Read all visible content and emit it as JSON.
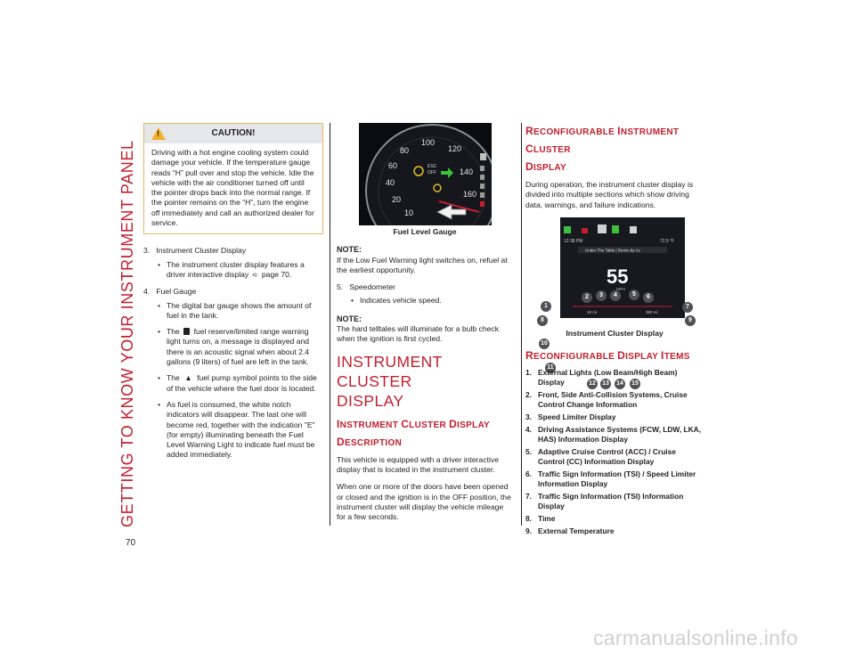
{
  "page": {
    "section_title": "GETTING TO KNOW YOUR INSTRUMENT PANEL",
    "page_number": "70",
    "watermark": "carmanualsonline.info"
  },
  "caution": {
    "title": "CAUTION!",
    "body": "Driving with a hot engine cooling system could damage your vehicle. If the temperature gauge reads “H” pull over and stop the vehicle. Idle the vehicle with the air conditioner turned off until the pointer drops back into the normal range. If the pointer remains on the “H”, turn the engine off immediately and call an authorized dealer for service."
  },
  "col1": {
    "item3_num": "3.",
    "item3_label": "Instrument Cluster Display",
    "item3_bullet": "The instrument cluster display features a driver interactive display",
    "item3_page": "page 70.",
    "item4_num": "4.",
    "item4_label": "Fuel Gauge",
    "item4_b1": "The digital bar gauge shows the amount of fuel in the tank.",
    "item4_b2_pre": "The",
    "item4_b2": "fuel reserve/limited range warning light turns on, a message is displayed and there is an acoustic signal when about 2.4 gallons (9 liters) of fuel are left in the tank.",
    "item4_b3_pre": "The",
    "item4_b3": "fuel pump symbol points to the side of the vehicle where the fuel door is located.",
    "item4_b4": "As fuel is consumed, the white notch indicators will disappear. The last one will become red, together with the indication \"E\" (for empty) illuminating beneath the Fuel Level Warning Light to indicate fuel must be added immediately."
  },
  "col2": {
    "fig_caption": "Fuel Level Gauge",
    "gauge_labels": [
      "100",
      "120",
      "80",
      "140",
      "60",
      "160",
      "40",
      "20",
      "10"
    ],
    "gauge_esc": "ESC",
    "gauge_off": "OFF",
    "note1_head": "NOTE:",
    "note1_body": "If the Low Fuel Warning light switches on, refuel at the earliest opportunity.",
    "item5_num": "5.",
    "item5_label": "Speedometer",
    "item5_bullet": "Indicates vehicle speed.",
    "note2_head": "NOTE:",
    "note2_body": "The hard telltales will illuminate for a bulb check when the ignition is first cycled.",
    "heading_line1": "INSTRUMENT CLUSTER",
    "heading_line2": "DISPLAY",
    "sub1_a": "I",
    "sub1_b": "NSTRUMENT ",
    "sub1_c": "C",
    "sub1_d": "LUSTER ",
    "sub1_e": "D",
    "sub1_f": "ISPLAY",
    "sub2_a": "D",
    "sub2_b": "ESCRIPTION",
    "para1": "This vehicle is equipped with a driver interactive display that is located in the instrument cluster.",
    "para2": "When one or more of the doors have been opened or closed and the ignition is in the OFF position, the instrument cluster will display the vehicle mileage for a few seconds."
  },
  "col3": {
    "sub1_a": "R",
    "sub1_b": "ECONFIGURABLE ",
    "sub1_c": "I",
    "sub1_d": "NSTRUMENT ",
    "sub1_e": "C",
    "sub1_f": "LUSTER",
    "sub2_a": "D",
    "sub2_b": "ISPLAY",
    "para1": "During operation, the instrument cluster display is divided into multiple sections which show driving data, warnings, and failure indications.",
    "fig_caption": "Instrument Cluster Display",
    "cluster_speed": "55",
    "cluster_unit": "MPH",
    "cluster_time": "12:38 PM",
    "cluster_temp": "72.5 °F",
    "cluster_msg": "Under The Table | Remix by Av",
    "cluster_bl": "18 mi",
    "cluster_br": "380 mi",
    "callouts": [
      "1",
      "2",
      "3",
      "4",
      "5",
      "6",
      "7",
      "8",
      "9",
      "10",
      "11",
      "12",
      "13",
      "14",
      "15"
    ],
    "sub3_a": "R",
    "sub3_b": "ECONFIGURABLE ",
    "sub3_c": "D",
    "sub3_d": "ISPLAY ",
    "sub3_e": "I",
    "sub3_f": "TEMS",
    "items": [
      {
        "n": "1.",
        "t": "External Lights (Low Beam/High Beam) Display"
      },
      {
        "n": "2.",
        "t": "Front, Side Anti-Collision Systems, Cruise Control Change Information"
      },
      {
        "n": "3.",
        "t": "Speed Limiter Display"
      },
      {
        "n": "4.",
        "t": "Driving Assistance Systems (FCW, LDW, LKA, HAS) Information Display"
      },
      {
        "n": "5.",
        "t": "Adaptive Cruise Control (ACC) / Cruise Control (CC) Information Display"
      },
      {
        "n": "6.",
        "t": "Traffic Sign Information (TSI) / Speed Limiter Information Display"
      },
      {
        "n": "7.",
        "t": "Traffic Sign Information (TSI) Information Display"
      },
      {
        "n": "8.",
        "t": "Time"
      },
      {
        "n": "9.",
        "t": "External Temperature"
      }
    ]
  },
  "colors": {
    "accent_red": "#c2202e",
    "caution_border": "#e8b36a",
    "caution_header": "#e6e7e8",
    "text": "#231f20"
  }
}
